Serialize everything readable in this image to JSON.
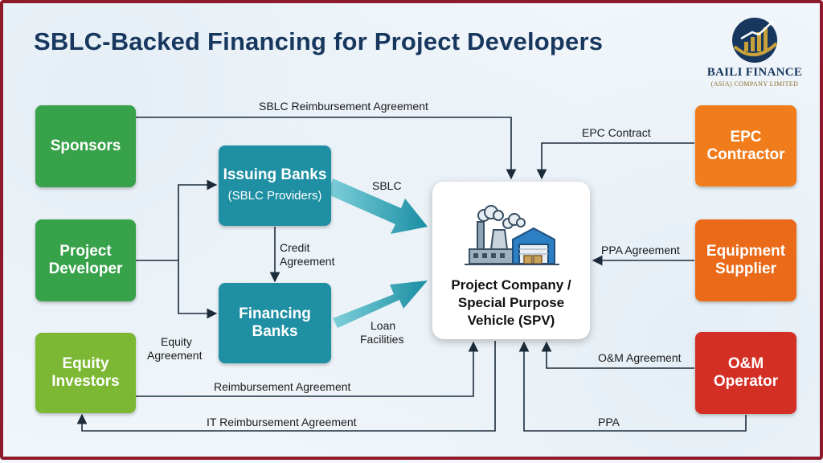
{
  "title": "SBLC-Backed Financing for Project Developers",
  "logo": {
    "name": "BAILI FINANCE",
    "subtitle": "(ASIA) COMPANY LIMITED",
    "colors": {
      "navy": "#17375e",
      "gold": "#c9a13b"
    },
    "icon": "rising-bar-chart-globe-icon"
  },
  "nodes": {
    "sponsors": {
      "label": "Sponsors",
      "color": "#37a24a"
    },
    "project_developer": {
      "line1": "Project",
      "line2": "Developer",
      "color": "#37a24a"
    },
    "equity_investors": {
      "line1": "Equity",
      "line2": "Investors",
      "color": "#7cb833"
    },
    "issuing_banks": {
      "label": "Issuing Banks",
      "sub": "(SBLC Providers)",
      "color": "#1f8fa3"
    },
    "financing_banks": {
      "line1": "Financing",
      "line2": "Banks",
      "color": "#1f8fa3"
    },
    "spv": {
      "line1": "Project Company /",
      "line2": "Special Purpose",
      "line3": "Vehicle (SPV)",
      "icon": "factory-warehouse-icon"
    },
    "epc_contractor": {
      "line1": "EPC",
      "line2": "Contractor",
      "color": "#f07c1c"
    },
    "equipment_supplier": {
      "line1": "Equipment",
      "line2": "Supplier",
      "color": "#ea6a1a"
    },
    "om_operator": {
      "line1": "O&M",
      "line2": "Operator",
      "color": "#d42f25"
    }
  },
  "edges": {
    "sblc_reimbursement": "SBLC Reimbursement Agreement",
    "epc_contract": "EPC Contract",
    "sblc": "SBLC",
    "credit_agreement_1": "Credit",
    "credit_agreement_2": "Agreement",
    "ppa_agreement": "PPA Agreement",
    "loan_facilities_1": "Loan",
    "loan_facilities_2": "Facilities",
    "equity_agreement_1": "Equity",
    "equity_agreement_2": "Agreement",
    "om_agreement": "O&M Agreement",
    "reimbursement": "Reimbursement Agreement",
    "it_reimbursement": "IT Reimbursement Agreement",
    "ppa": "PPA"
  },
  "colors": {
    "line": "#1c2b3a",
    "arrow_teal": "#1f9bb0",
    "frame": "#8e1b2b"
  }
}
